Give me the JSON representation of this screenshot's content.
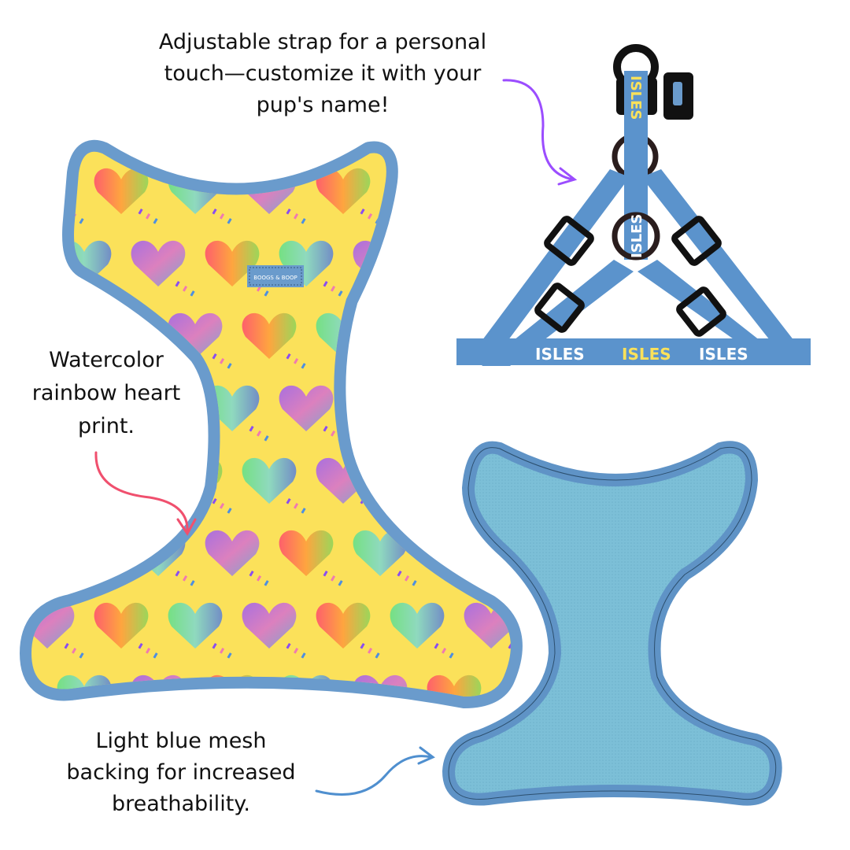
{
  "annotations": {
    "strap": [
      "Adjustable strap for a personal",
      "touch—customize it with your",
      "pup's name!"
    ],
    "print": [
      "Watercolor",
      "rainbow heart",
      "print."
    ],
    "mesh": [
      "Light blue mesh",
      "backing for increased",
      "breathability."
    ]
  },
  "brand_label": "BOOGS & BOOP",
  "strap_name": "ISLES",
  "colors": {
    "harness_fabric": "#fbe15a",
    "harness_trim": "#6a9bcc",
    "mesh": "#7bbfd6",
    "strap": "#5b93cc",
    "hardware": "#111111",
    "arrow_strap": "#9b4dff",
    "arrow_print": "#f0506e",
    "arrow_mesh": "#4f8fcf"
  }
}
